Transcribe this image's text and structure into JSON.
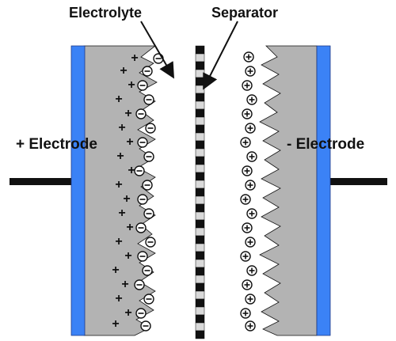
{
  "labels": {
    "electrolyte": "Electrolyte",
    "separator": "Separator",
    "positive_electrode": "+ Electrode",
    "negative_electrode": "- Electrode"
  },
  "symbols": {
    "plus": "+",
    "minus": "−",
    "circled_plus": "+"
  },
  "colors": {
    "background": "#ffffff",
    "electrode_fill": "#b3b3b3",
    "current_collector": "#3b82f6",
    "ink": "#111111"
  }
}
